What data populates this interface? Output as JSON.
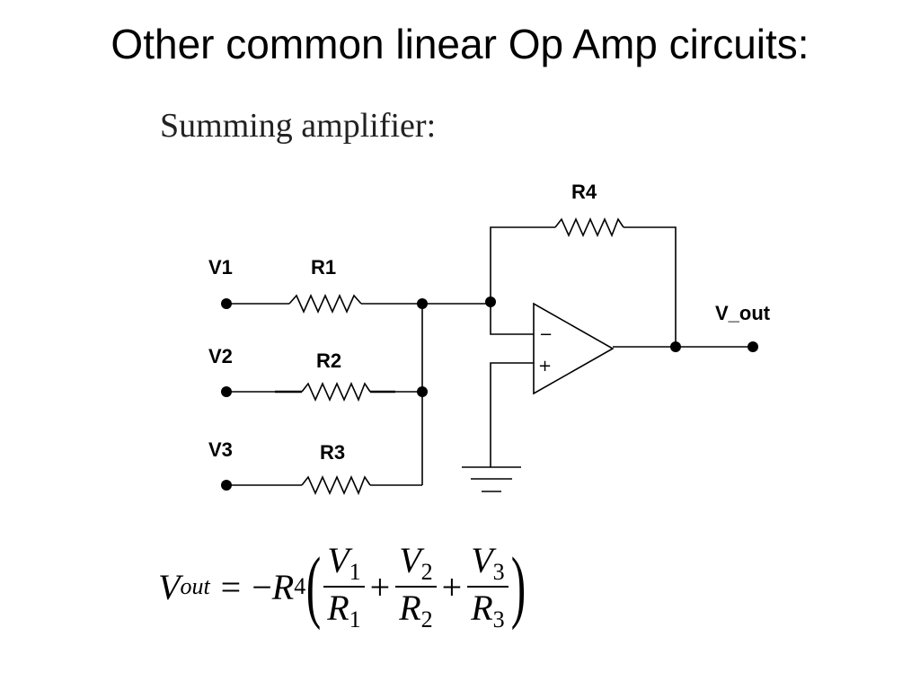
{
  "slide": {
    "title": "Other common linear Op Amp circuits:",
    "subtitle": "Summing amplifier:"
  },
  "circuit": {
    "inputs": [
      {
        "node": "V1",
        "resistor": "R1"
      },
      {
        "node": "V2",
        "resistor": "R2"
      },
      {
        "node": "V3",
        "resistor": "R3"
      }
    ],
    "feedback_resistor": "R4",
    "output": "V_out",
    "opamp": {
      "inverting": "−",
      "noninverting": "+"
    }
  },
  "formula": {
    "lhs_var": "V",
    "lhs_sub": "out",
    "equals": "=",
    "minus": "−",
    "gain_var": "R",
    "gain_sub": "4",
    "terms": [
      {
        "num_var": "V",
        "num_sub": "1",
        "den_var": "R",
        "den_sub": "1"
      },
      {
        "num_var": "V",
        "num_sub": "2",
        "den_var": "R",
        "den_sub": "2"
      },
      {
        "num_var": "V",
        "num_sub": "3",
        "den_var": "R",
        "den_sub": "3"
      }
    ],
    "plus": "+"
  }
}
